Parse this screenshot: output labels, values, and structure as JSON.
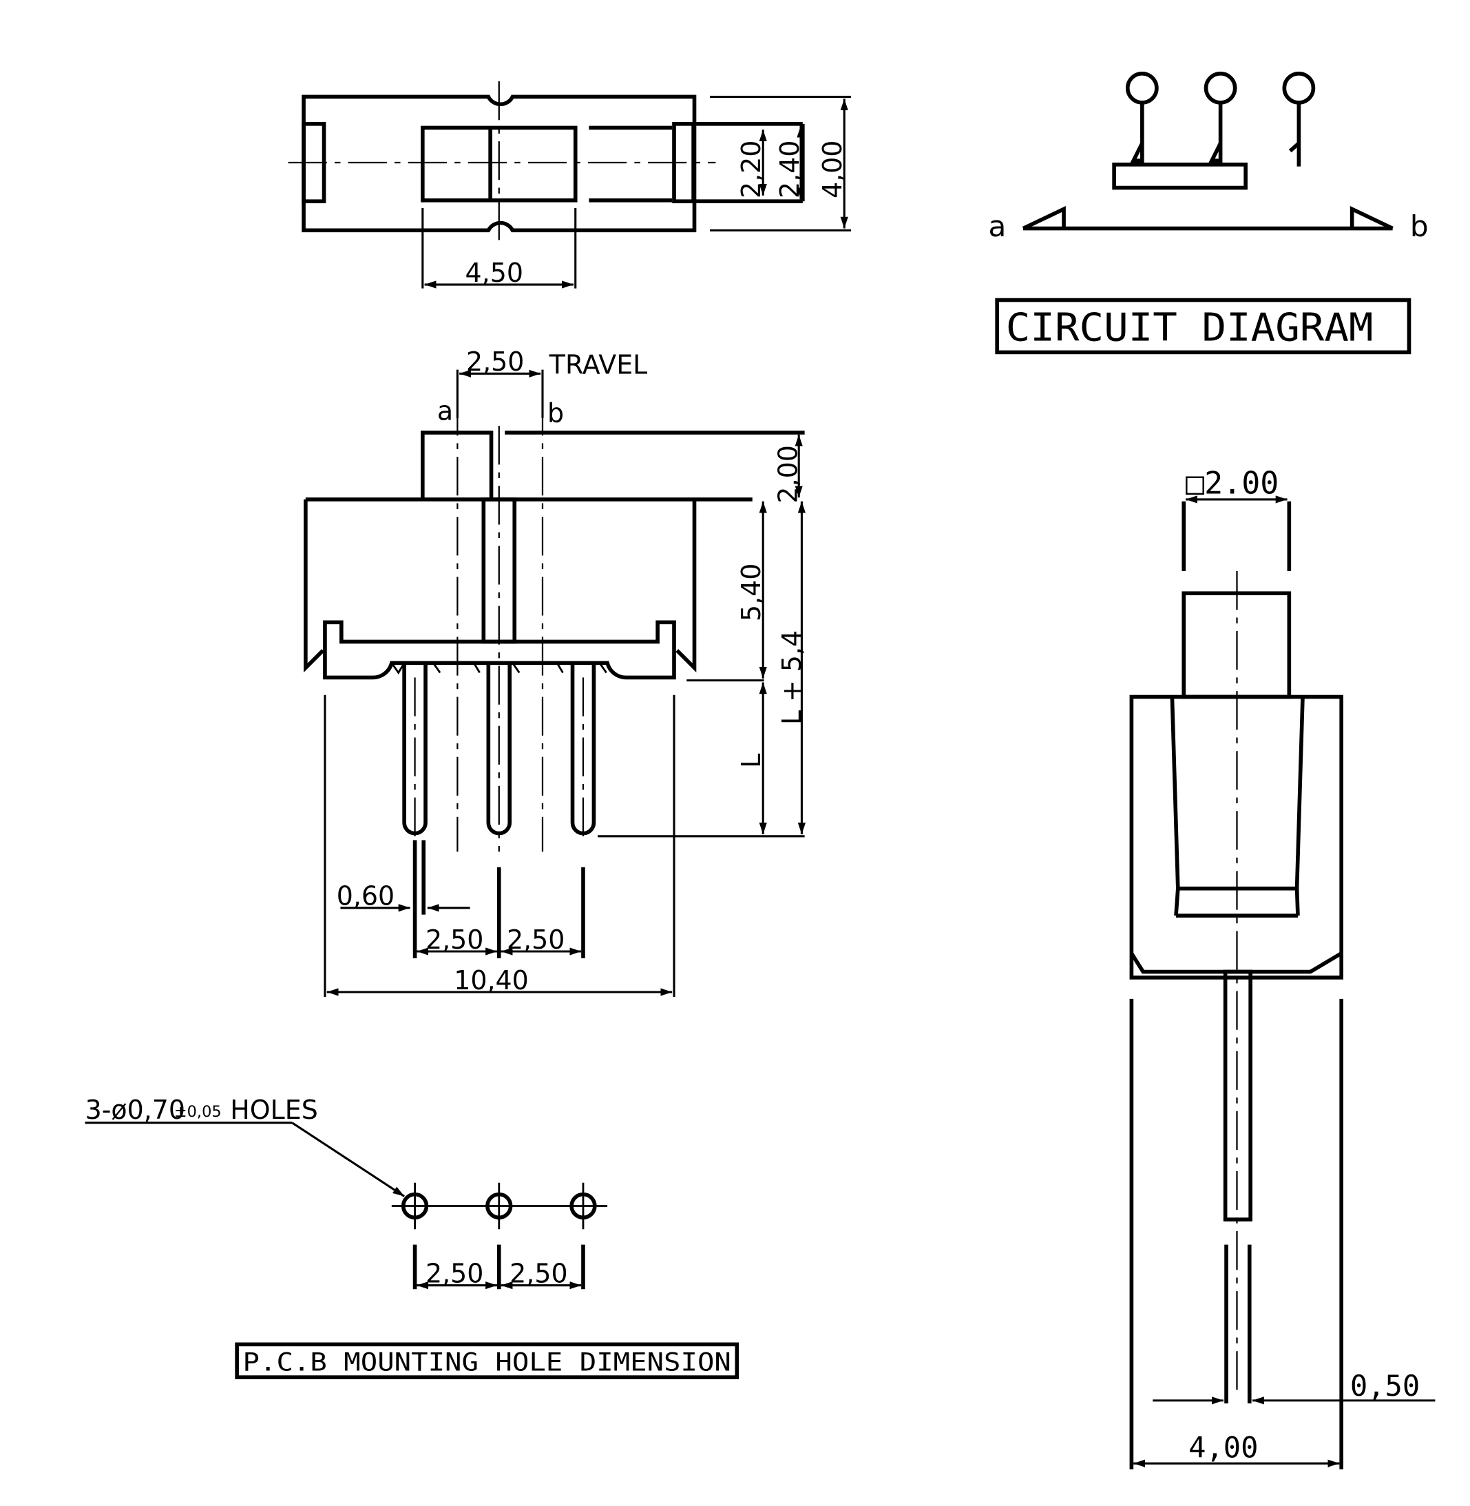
{
  "top_view": {
    "dim_slot_width": "4,50",
    "dim_inner_height": "2,20",
    "dim_mid_height": "2,40",
    "dim_total_height": "4,00"
  },
  "front_view": {
    "travel_value": "2,50",
    "travel_label": "TRAVEL",
    "pos_a": "a",
    "pos_b": "b",
    "dim_actuator": "2,00",
    "dim_body": "5,40",
    "dim_l_plus": "L + 5,4",
    "dim_l": "L",
    "dim_pin_width": "0,60",
    "dim_pitch_1": "2,50",
    "dim_pitch_2": "2,50",
    "dim_overall": "10,40"
  },
  "pcb": {
    "holes_spec": "3-ø0,70",
    "holes_tol": "±0,05",
    "holes_word": "HOLES",
    "pitch_1": "2,50",
    "pitch_2": "2,50",
    "title": "P.C.B MOUNTING HOLE DIMENSION"
  },
  "circuit": {
    "label_a": "a",
    "label_b": "b",
    "title": "CIRCUIT DIAGRAM"
  },
  "side_view": {
    "dim_square": "□2.00",
    "dim_pin": "0,50",
    "dim_width": "4,00"
  }
}
